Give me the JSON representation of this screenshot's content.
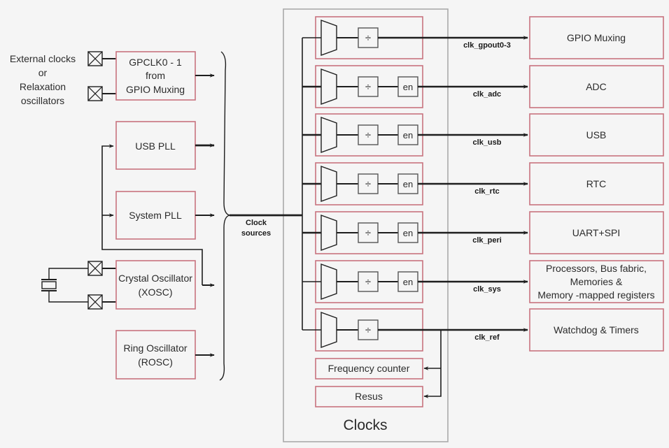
{
  "title": "Clocks",
  "colors": {
    "block_border": "#c8737f",
    "line": "#1e1e1e",
    "container": "#aaaaaa",
    "background": "#f5f5f5"
  },
  "external_label": [
    "External clocks",
    "or",
    "Relaxation",
    "oscillators"
  ],
  "sources": [
    {
      "id": "gpclk",
      "lines": [
        "GPCLK0 - 1",
        "from",
        "GPIO Muxing"
      ]
    },
    {
      "id": "usb-pll",
      "lines": [
        "USB PLL"
      ]
    },
    {
      "id": "sys-pll",
      "lines": [
        "System PLL"
      ]
    },
    {
      "id": "xosc",
      "lines": [
        "Crystal Oscillator",
        "(XOSC)"
      ]
    },
    {
      "id": "rosc",
      "lines": [
        "Ring Oscillator",
        "(ROSC)"
      ]
    }
  ],
  "bus_label": [
    "Clock",
    "sources"
  ],
  "divider_symbol": "÷",
  "enable_label": "en",
  "generators": [
    {
      "signal": "clk_gpout0-3",
      "enable": false,
      "dest": [
        "GPIO Muxing"
      ]
    },
    {
      "signal": "clk_adc",
      "enable": true,
      "dest": [
        "ADC"
      ]
    },
    {
      "signal": "clk_usb",
      "enable": true,
      "dest": [
        "USB"
      ]
    },
    {
      "signal": "clk_rtc",
      "enable": true,
      "dest": [
        "RTC"
      ]
    },
    {
      "signal": "clk_peri",
      "enable": true,
      "dest": [
        "UART+SPI"
      ]
    },
    {
      "signal": "clk_sys",
      "enable": true,
      "dest": [
        "Processors, Bus fabric,",
        "Memories &",
        "Memory -mapped registers"
      ]
    },
    {
      "signal": "clk_ref",
      "enable": false,
      "dest": [
        "Watchdog & Timers"
      ]
    }
  ],
  "aux_blocks": [
    "Frequency counter",
    "Resus"
  ]
}
